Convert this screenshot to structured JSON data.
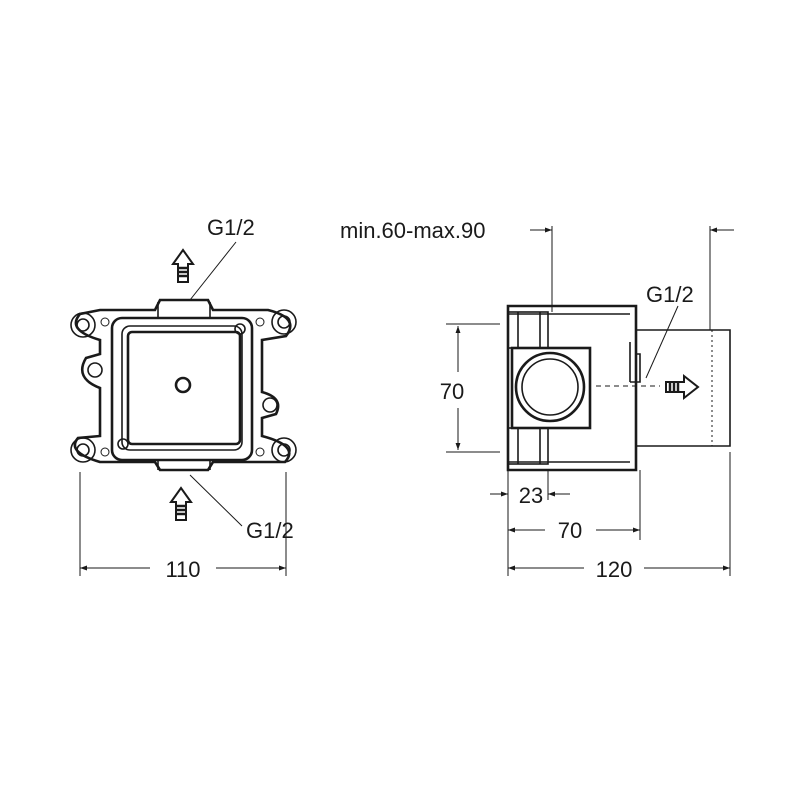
{
  "labels": {
    "g_top": "G1/2",
    "g_bottom": "G1/2",
    "g_side": "G1/2",
    "depth_range": "min.60-max.90",
    "width_front": "110",
    "height_side": "70",
    "offset": "23",
    "body_depth": "70",
    "total_depth": "120"
  },
  "icons": {
    "inlet_top": "up-arrow-icon",
    "inlet_bottom": "up-arrow-icon",
    "outlet_side": "right-arrow-icon"
  },
  "colors": {
    "line": "#1a1a1a",
    "background": "#ffffff"
  }
}
